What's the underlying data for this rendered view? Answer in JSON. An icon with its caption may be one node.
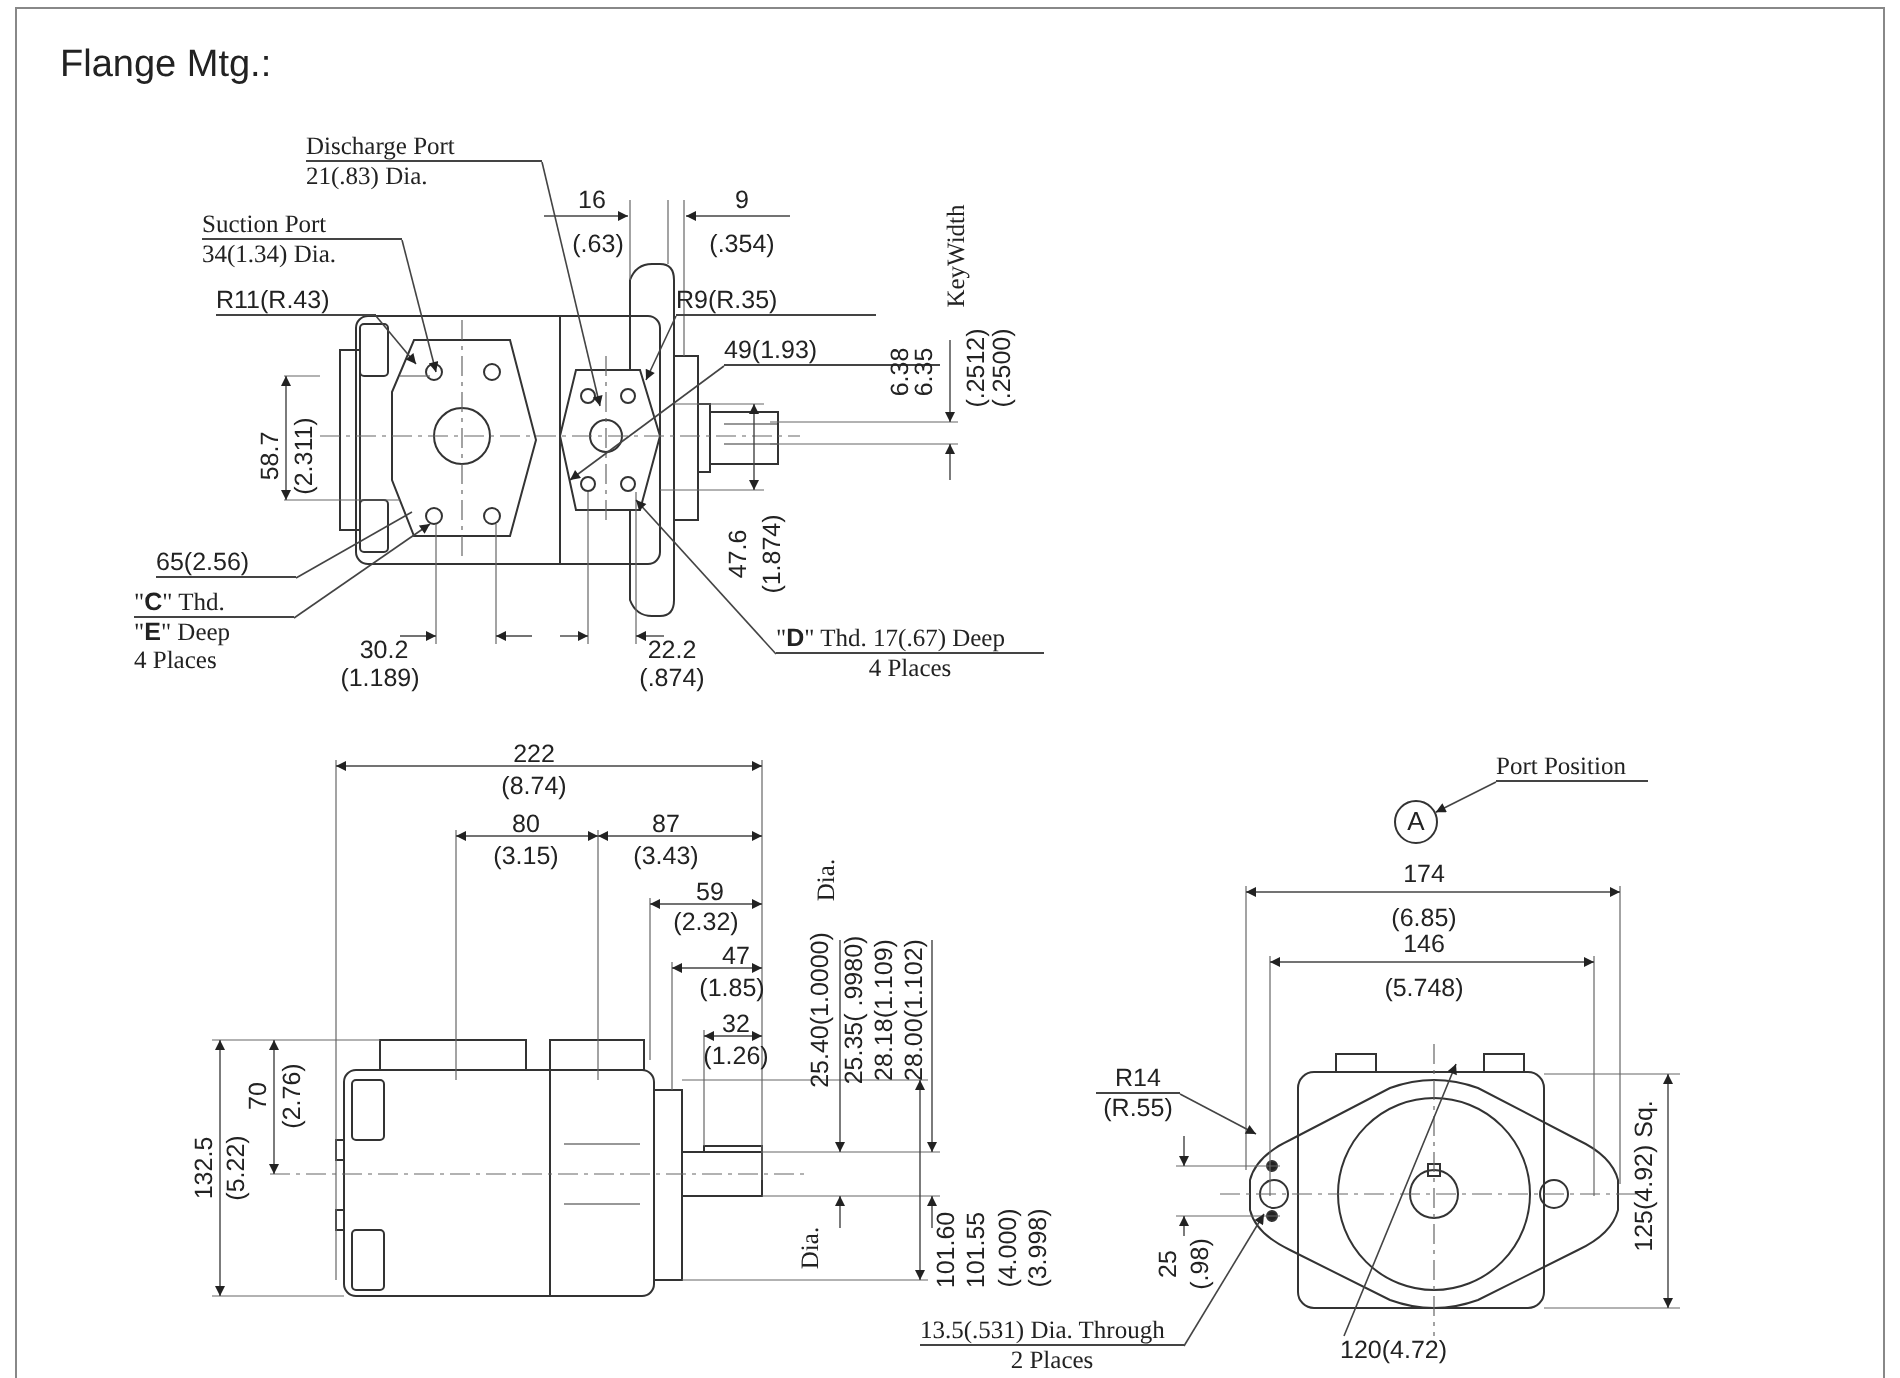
{
  "diagram": {
    "title": "Flange Mtg.:",
    "nodes": [
      {
        "text": [
          "Discharge Port",
          "21(.83) Dia."
        ]
      },
      {
        "text": [
          "Suction Port",
          "34(1.34) Dia."
        ]
      },
      {
        "text": [
          "R11(R.43)"
        ]
      },
      {
        "text": [
          "65(2.56)"
        ]
      },
      {
        "text": [
          "\"**C**\" Thd.",
          "\"**E**\" Deep",
          "4 Places"
        ]
      },
      {
        "text": [
          "R9(R.35)"
        ]
      },
      {
        "text": [
          "49(1.93)"
        ]
      },
      {
        "text": [
          "\"**D**\" Thd. 17(.67) Deep",
          "4 Places"
        ]
      },
      {
        "text": [
          "Port Position"
        ]
      },
      {
        "text": [
          "A"
        ]
      },
      {
        "text": [
          "R14",
          "(R.55)"
        ]
      },
      {
        "text": [
          "13.5(.531) Dia. Through",
          "2 Places"
        ]
      },
      {
        "text": [
          "120(4.72)"
        ]
      }
    ],
    "edges": [
      {
        "from": 0,
        "to": null,
        "arrow": "to"
      },
      {
        "from": 1,
        "to": null,
        "arrow": "to"
      },
      {
        "from": 2,
        "to": null,
        "arrow": "to"
      },
      {
        "from": 3,
        "to": null,
        "arrow": "none"
      },
      {
        "from": 4,
        "to": null,
        "arrow": "to"
      },
      {
        "from": 5,
        "to": null,
        "arrow": "to"
      },
      {
        "from": 6,
        "to": null,
        "arrow": "to"
      },
      {
        "from": 7,
        "to": null,
        "arrow": "to"
      },
      {
        "from": 8,
        "to": 9,
        "arrow": "to"
      },
      {
        "from": 10,
        "to": null,
        "arrow": "to"
      },
      {
        "from": 11,
        "to": null,
        "arrow": "to"
      },
      {
        "from": 12,
        "to": null,
        "arrow": "to"
      }
    ],
    "labels": [
      "16",
      "(.63)",
      "9",
      "(.354)",
      "KeyWidth",
      "6.38",
      "6.35",
      "(.2512)",
      "(.2500)",
      "58.7",
      "(2.311)",
      "47.6",
      "(1.874)",
      "30.2",
      "(1.189)",
      "22.2",
      "(.874)",
      "222",
      "(8.74)",
      "80",
      "(3.15)",
      "87",
      "(3.43)",
      "59",
      "(2.32)",
      "47",
      "(1.85)",
      "32",
      "(1.26)",
      "Dia.",
      "25.40(1.0000)",
      "25.35( .9980)",
      "28.18(1.109)",
      "28.00(1.102)",
      "Dia.",
      "101.60",
      "101.55",
      "(4.000)",
      "(3.998)",
      "132.5",
      "(5.22)",
      "70",
      "(2.76)",
      "174",
      "(6.85)",
      "146",
      "(5.748)",
      "25",
      "(.98)",
      "125(4.92) Sq."
    ]
  }
}
